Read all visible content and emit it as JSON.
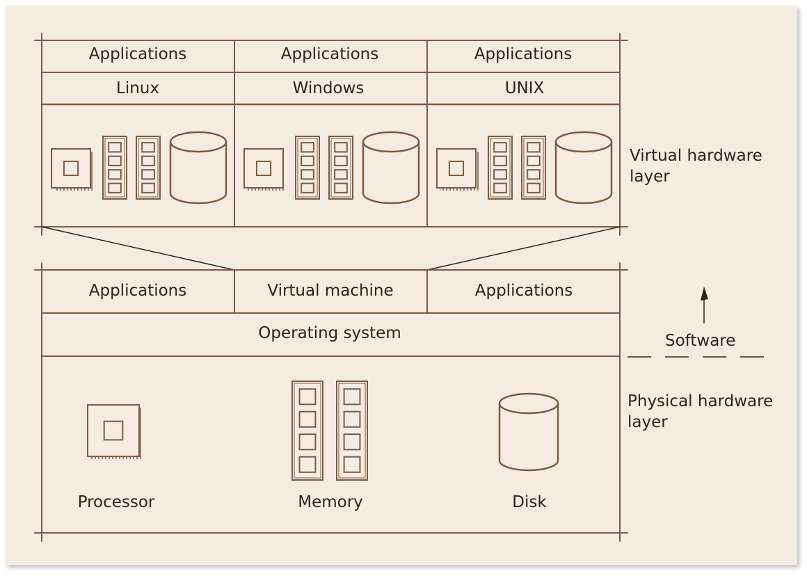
{
  "virtual_layer": {
    "columns": [
      {
        "app": "Applications",
        "os": "Linux"
      },
      {
        "app": "Applications",
        "os": "Windows"
      },
      {
        "app": "Applications",
        "os": "UNIX"
      }
    ],
    "side_label_line1": "Virtual hardware",
    "side_label_line2": "layer"
  },
  "host_layer": {
    "left_app": "Applications",
    "virtual_machine": "Virtual machine",
    "right_app": "Applications",
    "operating_system": "Operating system"
  },
  "software_label": "Software",
  "physical_layer": {
    "processor": "Processor",
    "memory": "Memory",
    "disk": "Disk",
    "side_label_line1": "Physical hardware",
    "side_label_line2": "layer"
  },
  "colors": {
    "line": "#7a5c44",
    "paper": "#f4ebe1",
    "text": "#2a2420"
  }
}
